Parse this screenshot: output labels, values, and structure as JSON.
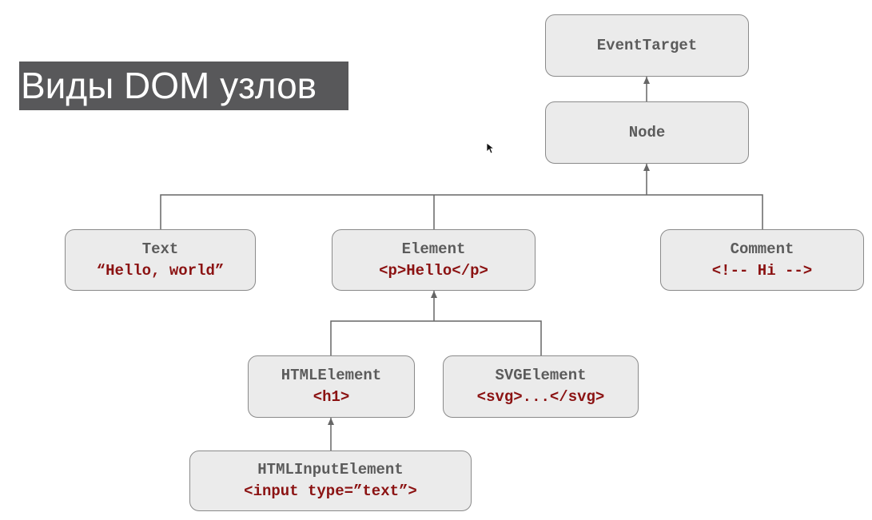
{
  "title": "Виды DOM узлов",
  "nodes": {
    "event_target": {
      "name": "EventTarget"
    },
    "node": {
      "name": "Node"
    },
    "text": {
      "name": "Text",
      "example": "“Hello, world”"
    },
    "element": {
      "name": "Element",
      "example": "<p>Hello</p>"
    },
    "comment": {
      "name": "Comment",
      "example": "<!-- Hi -->"
    },
    "html_element": {
      "name": "HTMLElement",
      "example": "<h1>"
    },
    "svg_element": {
      "name": "SVGElement",
      "example": "<svg>...</svg>"
    },
    "html_input_element": {
      "name": "HTMLInputElement",
      "example": "<input type=”text”>"
    }
  },
  "edges": [
    {
      "from": "Node",
      "to": "EventTarget"
    },
    {
      "from": "Text",
      "to": "Node"
    },
    {
      "from": "Element",
      "to": "Node"
    },
    {
      "from": "Comment",
      "to": "Node"
    },
    {
      "from": "HTMLElement",
      "to": "Element"
    },
    {
      "from": "SVGElement",
      "to": "Element"
    },
    {
      "from": "HTMLInputElement",
      "to": "HTMLElement"
    }
  ],
  "colors": {
    "title_background": "#58585a",
    "title_text": "#ffffff",
    "node_fill": "#ebebeb",
    "node_border": "#8a8a8a",
    "node_name": "#5b5b5b",
    "node_example": "#8b1212",
    "connector": "#666666"
  }
}
